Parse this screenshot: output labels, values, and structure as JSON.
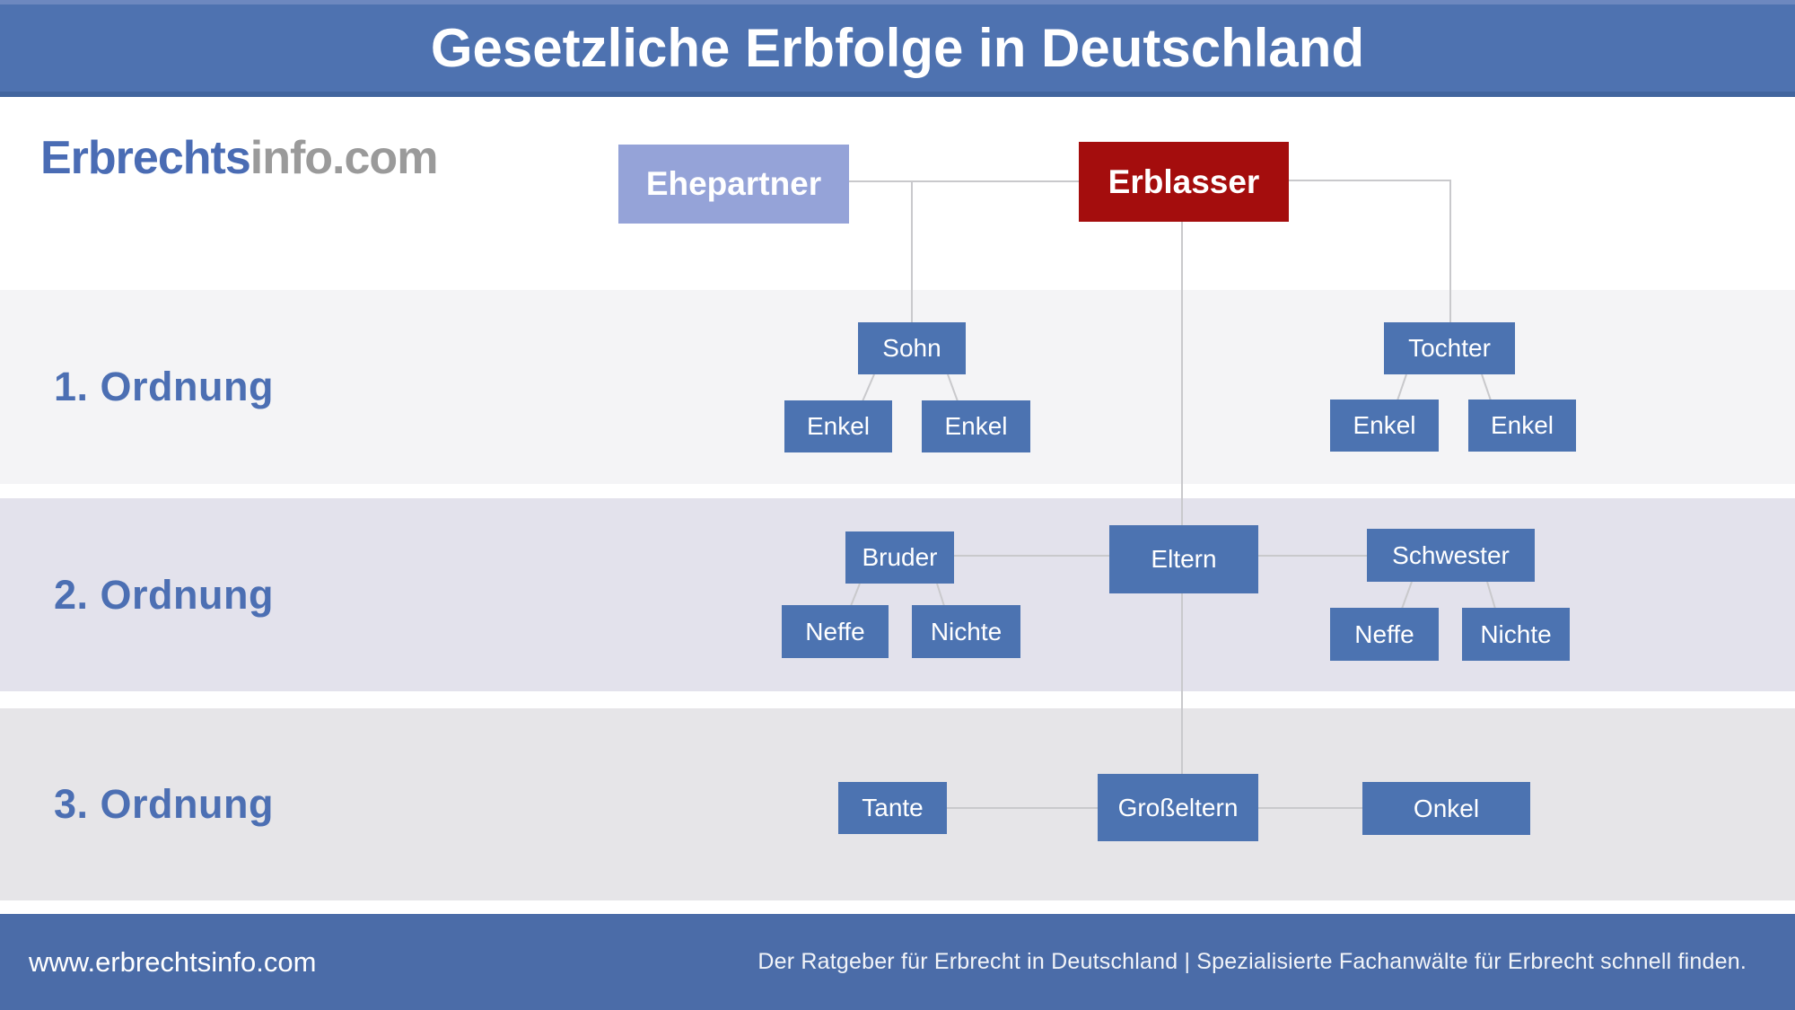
{
  "header": {
    "title": "Gesetzliche Erbfolge in Deutschland"
  },
  "logo": {
    "brand_primary": "Erbrechts",
    "brand_secondary": "info.com"
  },
  "tree": {
    "ehepartner": "Ehepartner",
    "erblasser": "Erblasser",
    "sohn": "Sohn",
    "tochter": "Tochter",
    "enkel": "Enkel",
    "bruder": "Bruder",
    "eltern": "Eltern",
    "schwester": "Schwester",
    "neffe": "Neffe",
    "nichte": "Nichte",
    "tante": "Tante",
    "grosseltern": "Großeltern",
    "onkel": "Onkel"
  },
  "bands": [
    {
      "label": "1. Ordnung"
    },
    {
      "label": "2. Ordnung"
    },
    {
      "label": "3. Ordnung"
    }
  ],
  "footer": {
    "website": "www.erbrechtsinfo.com",
    "tagline": "Der Ratgeber für Erbrecht in Deutschland | Spezialisierte Fachanwälte für Erbrecht schnell finden."
  },
  "colors": {
    "header_blue": "#4e72b0",
    "footer_blue": "#4b6ca8",
    "node_blue": "#4c73b1",
    "spouse_light_blue": "#95a3d8",
    "deceased_red": "#a40d0d",
    "band1_bg": "#f4f4f6",
    "band2_bg": "#e3e2ec",
    "band3_bg": "#e6e5e8",
    "label_blue": "#4c6fb3",
    "connector_gray": "#c9c9cc"
  }
}
